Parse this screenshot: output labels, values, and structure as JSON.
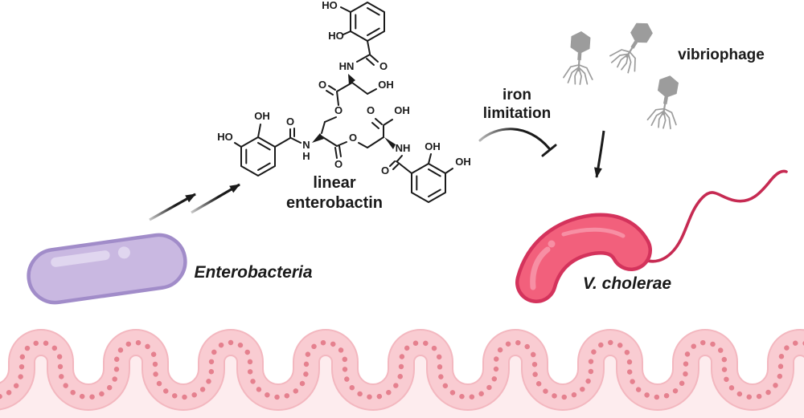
{
  "labels": {
    "enterobacteria": "Enterobacteria",
    "v_cholerae": "V. cholerae",
    "vibriophage": "vibriophage",
    "iron_line1": "iron",
    "iron_line2": "limitation",
    "molecule_line1": "linear",
    "molecule_line2": "enterobactin"
  },
  "molecule": {
    "name": "linear enterobactin",
    "atoms": [
      "HO",
      "HO",
      "O",
      "HN",
      "OH",
      "O",
      "O",
      "OH",
      "O",
      "HO",
      "N",
      "H",
      "O",
      "O",
      "O",
      "OH",
      "NH",
      "O",
      "OH",
      "OH"
    ]
  },
  "colors": {
    "ink": "#1a1a1a",
    "enterobacteria_fill": "#c9b8e1",
    "enterobacteria_outline": "#a18cc9",
    "enterobacteria_highlight": "#e0d6ef",
    "vcholerae_fill": "#f2607c",
    "vcholerae_outline": "#d4335c",
    "vcholerae_highlight": "#f78fa4",
    "flagellum": "#c62a52",
    "phage": "#9c9c9c",
    "epithelium_fill": "#f9ccd2",
    "epithelium_border": "#f3b7bf",
    "nuclei": "#e5808e",
    "lumen": "#fdecee"
  }
}
